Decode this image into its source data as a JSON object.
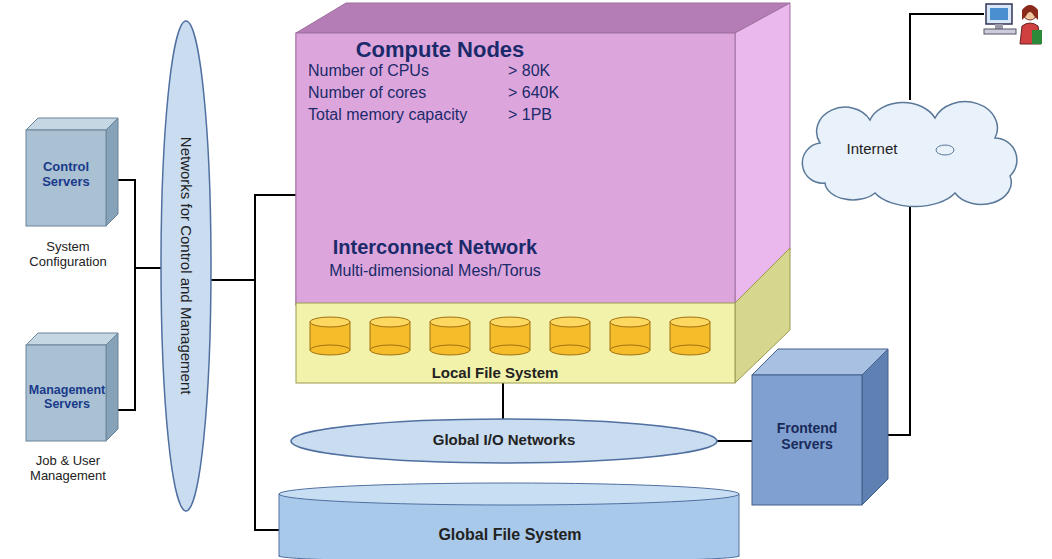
{
  "diagram": {
    "nodes": [
      {
        "text": [
          "Control Servers",
          "System Configuration"
        ]
      },
      {
        "text": [
          "Management Servers",
          "Job & User Management"
        ]
      },
      {
        "text": [
          "Networks for Control and Management"
        ]
      },
      {
        "text": [
          "Compute Nodes",
          "Number of CPUs",
          "> 80K",
          "Number of cores",
          "> 640K",
          "Total memory capacity",
          "> 1PB",
          "Interconnect Network",
          "Multi-dimensional Mesh/Torus"
        ]
      },
      {
        "text": [
          "Local File System"
        ]
      },
      {
        "text": [
          "Global I/O Networks"
        ]
      },
      {
        "text": [
          "Global File System"
        ]
      },
      {
        "text": [
          "Frontend Servers"
        ]
      },
      {
        "text": [
          "Internet"
        ]
      }
    ],
    "edges": [
      {
        "from": 0,
        "to": 2,
        "arrow": "none"
      },
      {
        "from": 1,
        "to": 2,
        "arrow": "none"
      },
      {
        "from": 2,
        "to": 3,
        "arrow": "none"
      },
      {
        "from": 2,
        "to": 6,
        "arrow": "none"
      },
      {
        "from": 4,
        "to": 5,
        "arrow": "none"
      },
      {
        "from": 5,
        "to": 7,
        "arrow": "none"
      },
      {
        "from": 7,
        "to": 8,
        "arrow": "none"
      }
    ]
  }
}
